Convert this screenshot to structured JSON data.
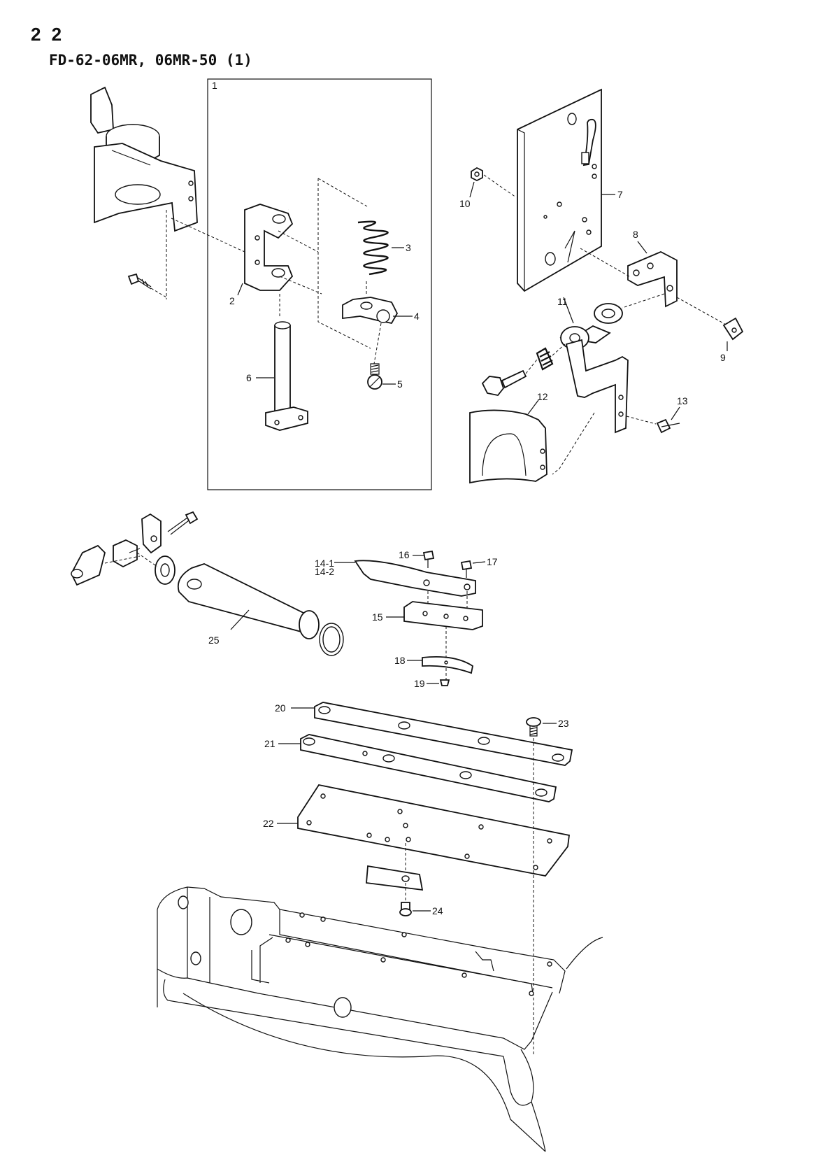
{
  "header": {
    "page_number": "2 2",
    "title": "FD-62-06MR, 06MR-50 (1)"
  },
  "callouts": {
    "c1": "1",
    "c2": "2",
    "c3": "3",
    "c4": "4",
    "c5": "5",
    "c6": "6",
    "c7": "7",
    "c8": "8",
    "c9": "9",
    "c10": "10",
    "c11": "11",
    "c12": "12",
    "c13": "13",
    "c14a": "14-1",
    "c14b": "14-2",
    "c15": "15",
    "c16": "16",
    "c17": "17",
    "c18": "18",
    "c19": "19",
    "c20": "20",
    "c21": "21",
    "c22": "22",
    "c23": "23",
    "c24": "24",
    "c25": "25"
  }
}
